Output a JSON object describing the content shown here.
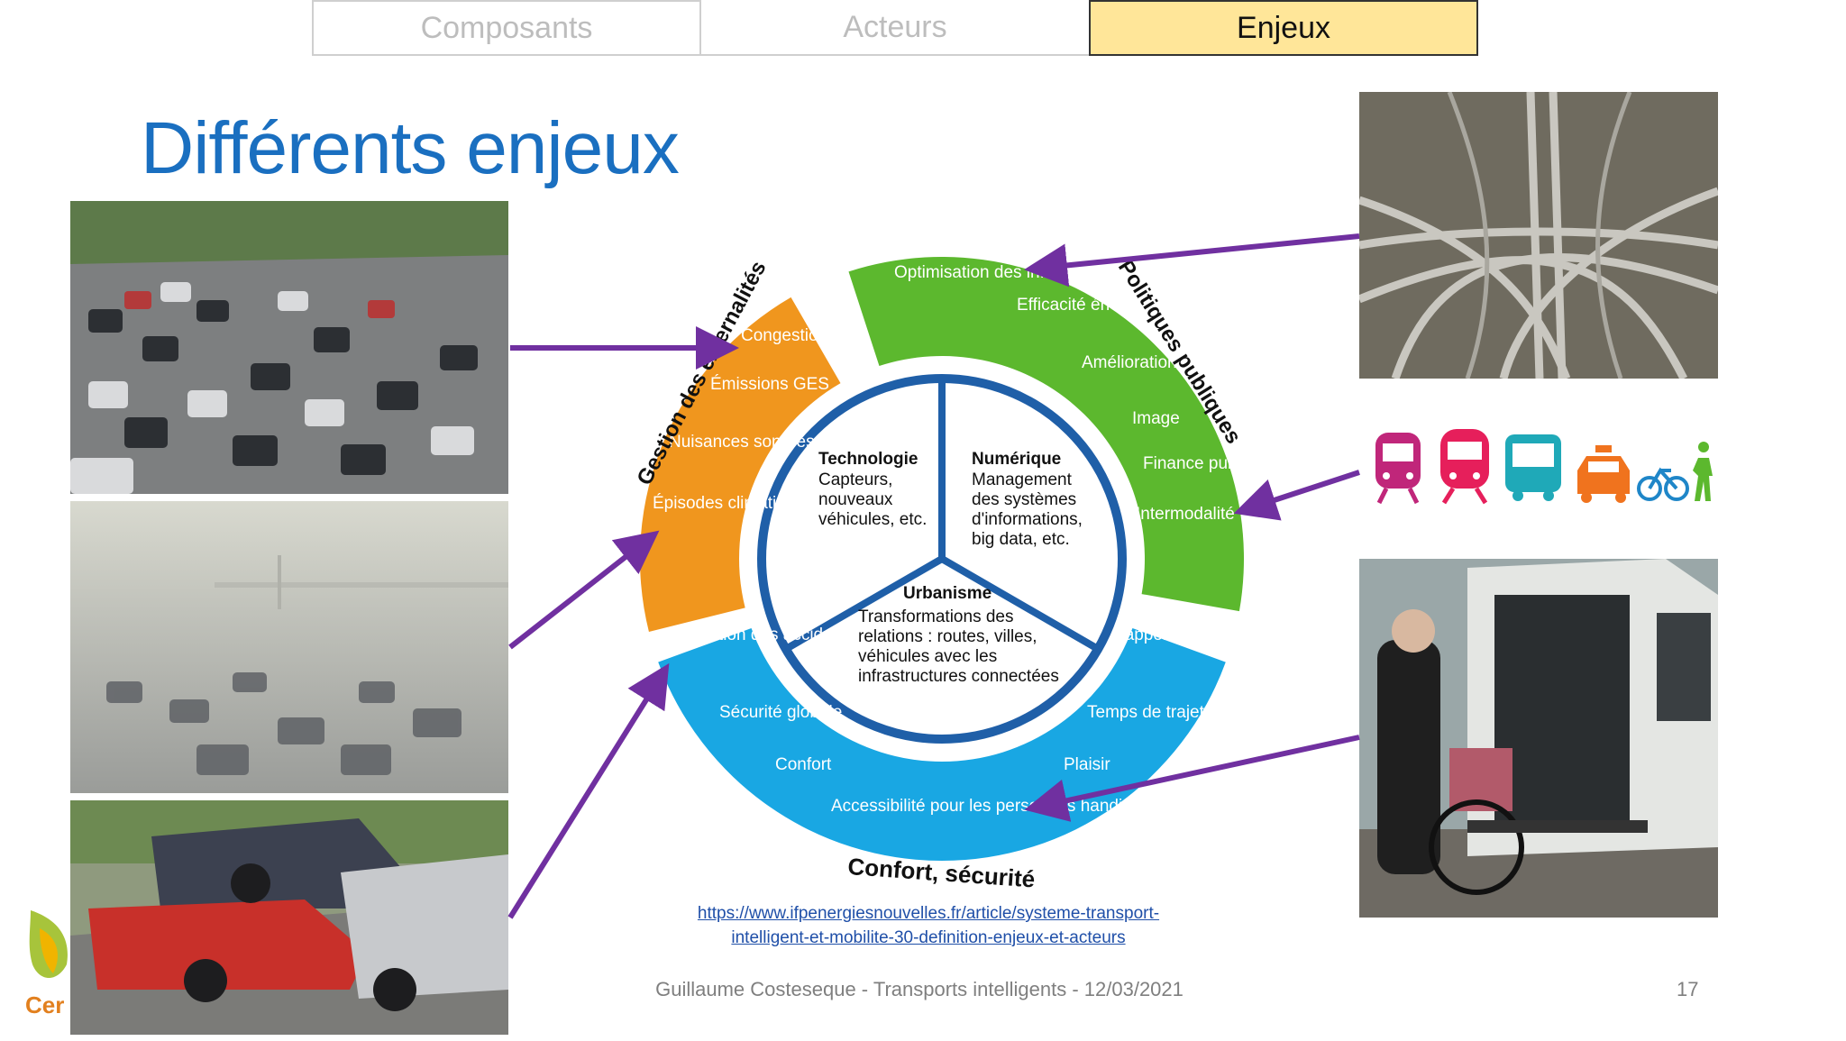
{
  "tabs": [
    {
      "label": "Composants",
      "active": false
    },
    {
      "label": "Acteurs",
      "active": false
    },
    {
      "label": "Enjeux",
      "active": true
    }
  ],
  "title": "Différents enjeux",
  "diagram": {
    "outer_titles": {
      "externalites": "Gestion des externalités",
      "politiques": "Politiques publiques",
      "confort": "Confort, sécurité"
    },
    "orange": [
      "Congestion",
      "Émissions GES",
      "Nuisances sonores",
      "Épisodes climatiques"
    ],
    "green": [
      "Optimisation des infrastructures publiques",
      "Efficacité énergétique",
      "Amélioration de la mobilité",
      "Image",
      "Finance publique",
      "Intermodalité"
    ],
    "blue": [
      "Réduction des accidents",
      "Sécurité globale",
      "Confort",
      "Accessibilité pour les personnes handicapées",
      "Plaisir",
      "Temps de trajet",
      "Rapport à la propriété du véhicule"
    ],
    "inner": [
      {
        "title": "Technologie",
        "lines": [
          "Capteurs,",
          "nouveaux",
          "véhicules, etc."
        ]
      },
      {
        "title": "Numérique",
        "lines": [
          "Management",
          "des systèmes",
          "d'informations,",
          "big data, etc."
        ]
      },
      {
        "title": "Urbanisme",
        "lines": [
          "Transformations des",
          "relations : routes, villes,",
          "véhicules avec les",
          "infrastructures connectées"
        ]
      }
    ],
    "colors": {
      "orange": "#f0961e",
      "green": "#5cb82e",
      "blue": "#19a7e3",
      "ring": "#1f5fa8"
    }
  },
  "link": {
    "line1": "https://www.ifpenergiesnouvelles.fr/article/systeme-transport-",
    "line2": "intelligent-et-mobilite-30-definition-enjeux-et-acteurs"
  },
  "footer": "Guillaume Costeseque - Transports intelligents - 12/03/2021",
  "page_number": "17",
  "logo_text": "Cer",
  "arrow_color": "#7030a0",
  "photos": [
    "traffic-jam-photo",
    "smog-photo",
    "car-crash-photo",
    "highway-interchange-photo",
    "transport-modes-icons",
    "wheelchair-van-photo"
  ]
}
